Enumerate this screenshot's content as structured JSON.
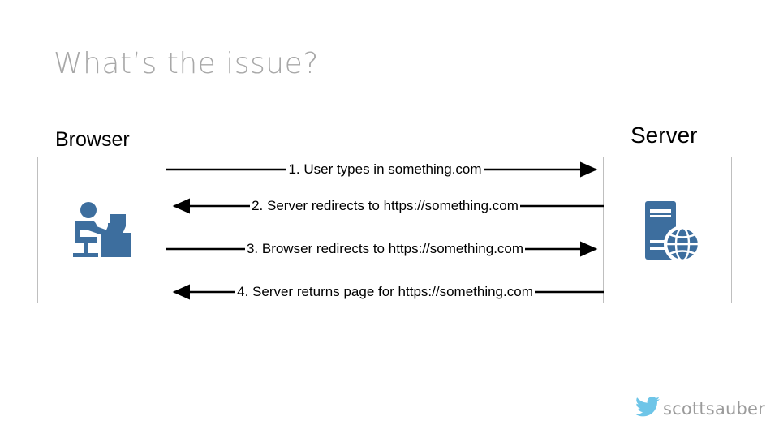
{
  "slide": {
    "title": "What’s the issue?",
    "title_color": "#a8a8a8",
    "background": "#ffffff"
  },
  "diagram": {
    "type": "sequence-diagram",
    "accent_color": "#3d6e9e",
    "box_border_color": "#bfbfbf",
    "nodes": [
      {
        "id": "browser",
        "label": "Browser",
        "icon": "person-at-desk-computer-icon"
      },
      {
        "id": "server",
        "label": "Server",
        "icon": "server-tower-globe-icon"
      }
    ],
    "messages": [
      {
        "step": 1,
        "label": "1. User types in something.com",
        "direction": "right",
        "from": "browser",
        "to": "server"
      },
      {
        "step": 2,
        "label": "2. Server redirects to https://something.com",
        "direction": "left",
        "from": "server",
        "to": "browser"
      },
      {
        "step": 3,
        "label": "3. Browser redirects to https://something.com",
        "direction": "right",
        "from": "browser",
        "to": "server"
      },
      {
        "step": 4,
        "label": "4. Server returns page for https://something.com",
        "direction": "left",
        "from": "server",
        "to": "browser"
      }
    ]
  },
  "footer": {
    "handle": "scottsauber",
    "icon": "twitter-bird-icon",
    "icon_color": "#6ec5e8",
    "handle_color": "#9b9b9b"
  }
}
